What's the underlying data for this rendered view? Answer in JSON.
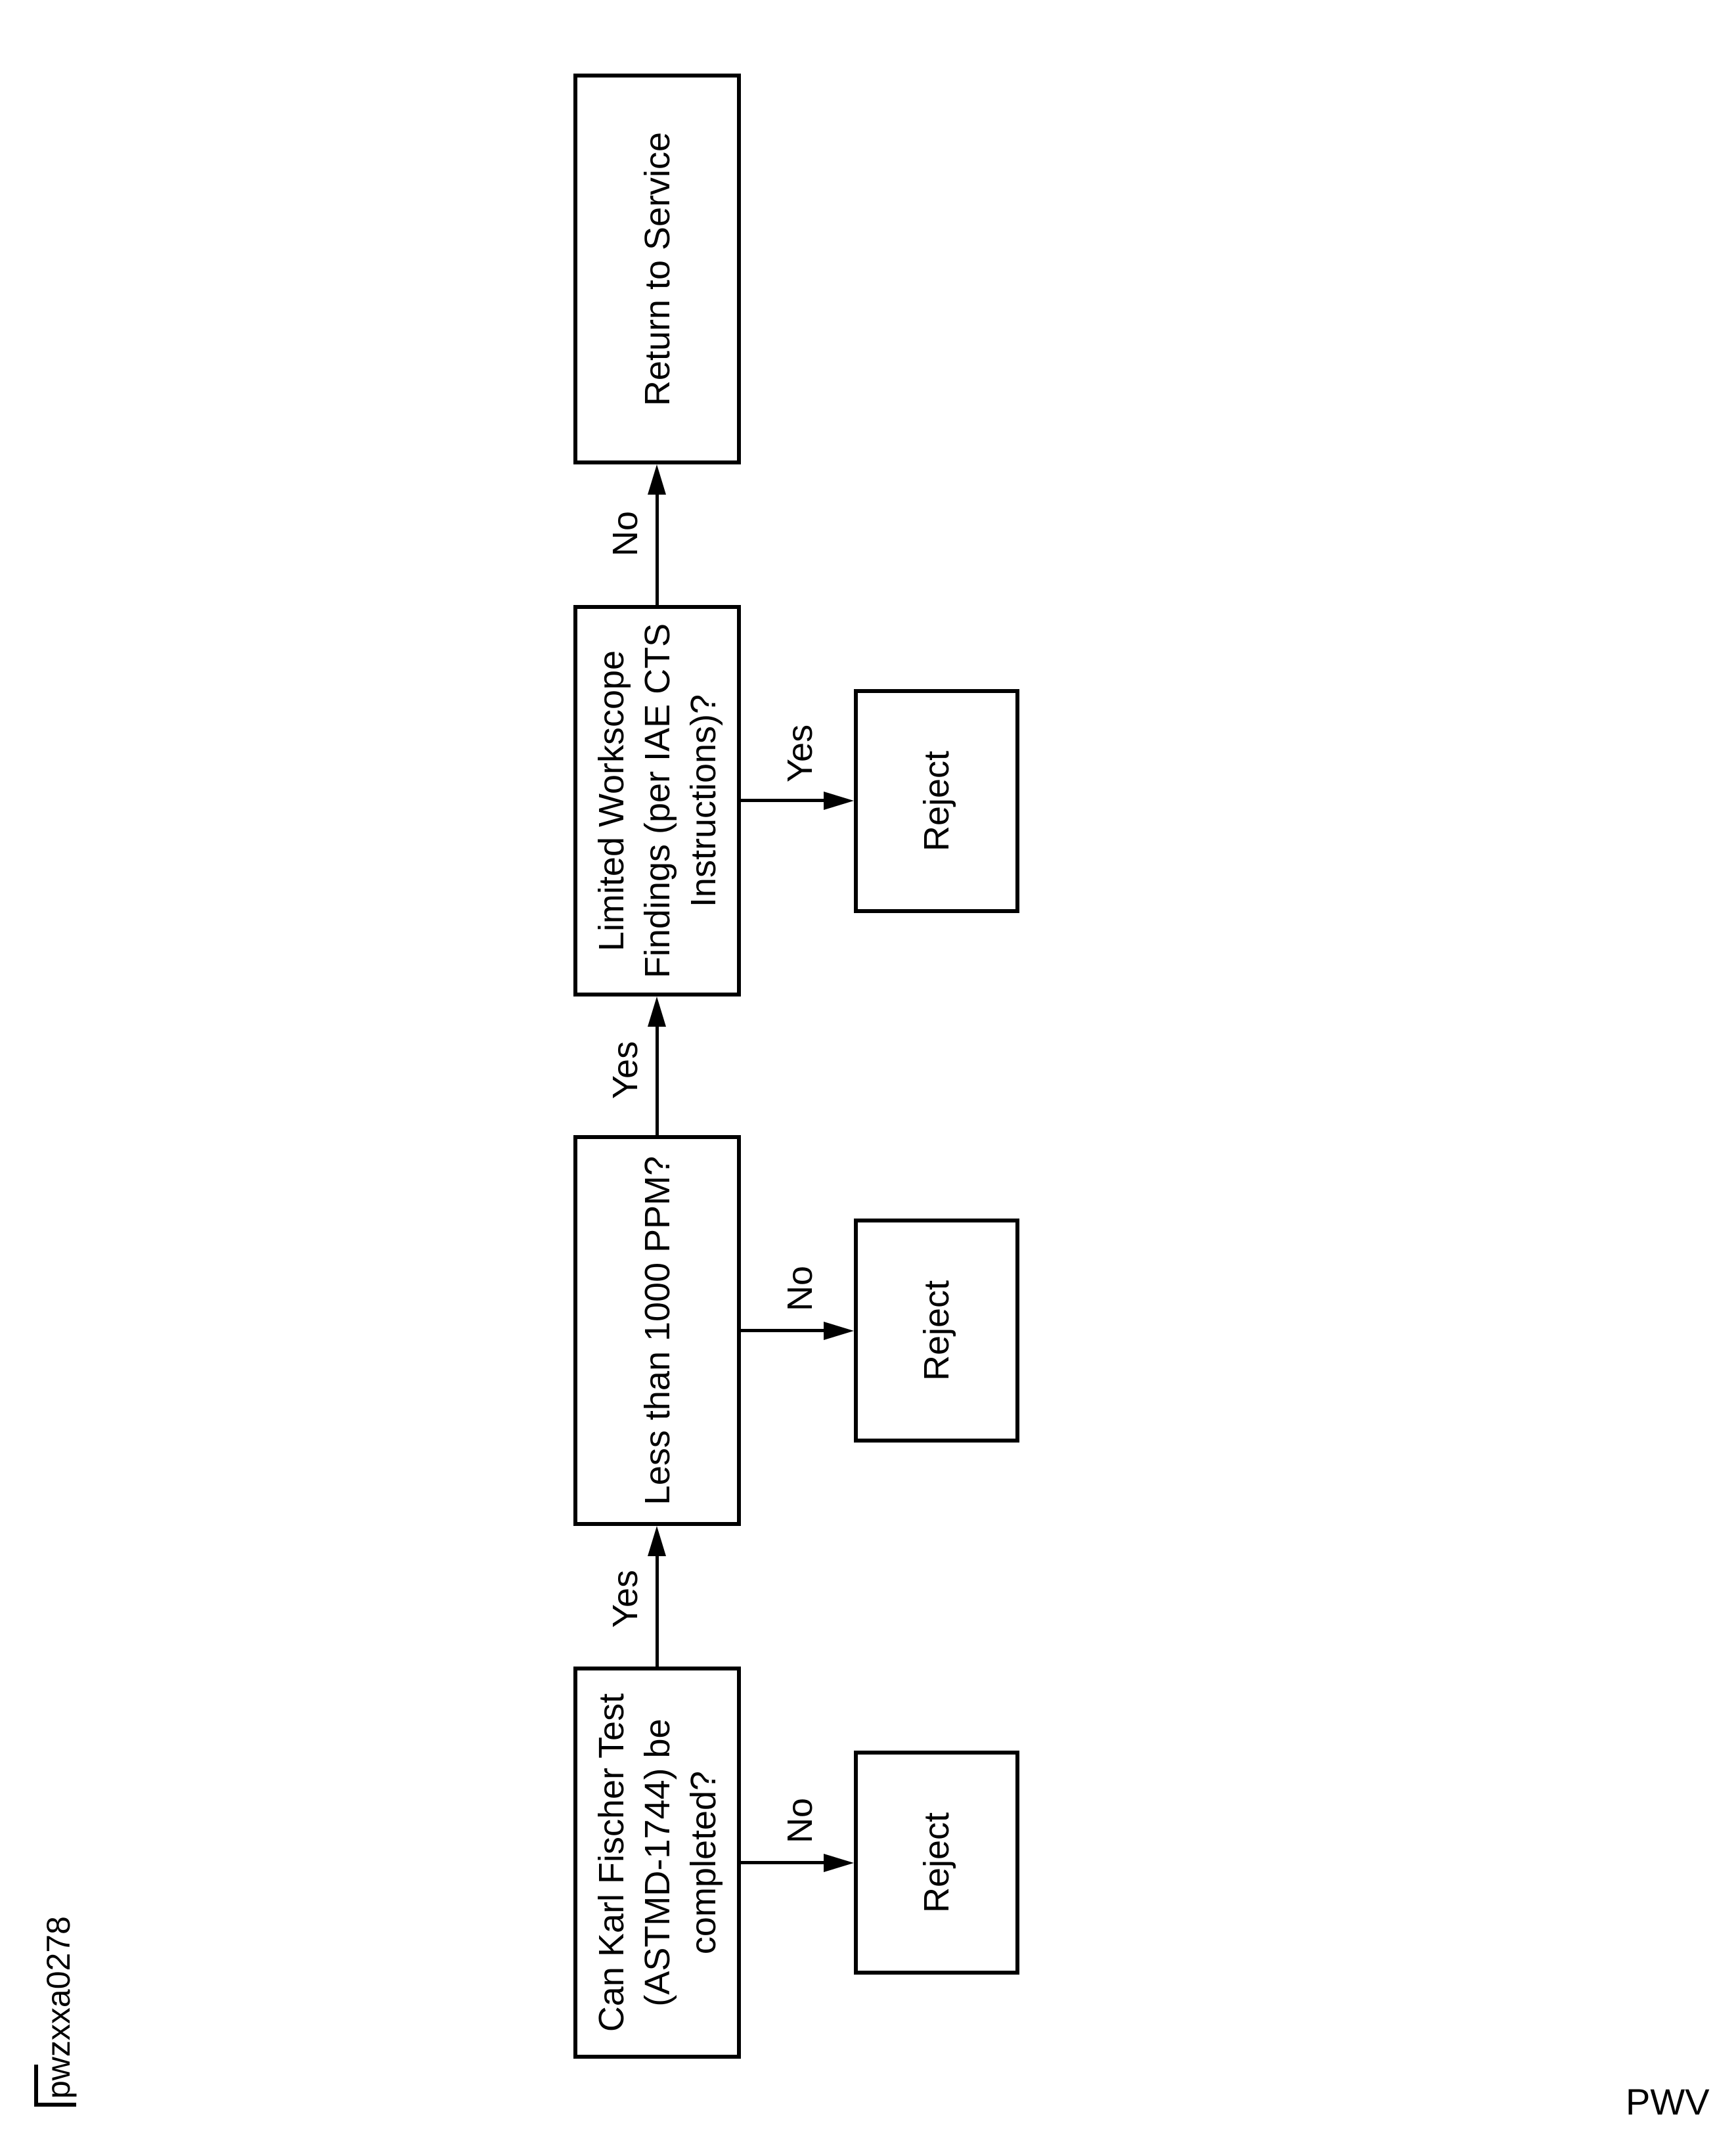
{
  "figure": {
    "id_label": "pwzxxa0278",
    "footer_label": "PWV"
  },
  "colors": {
    "line": "#000000",
    "background": "#ffffff"
  },
  "flowchart": {
    "orientation": "rotated-90-ccw",
    "nodes": [
      {
        "id": "karl_fischer",
        "type": "process",
        "label": "Can Karl Fischer Test (ASTMD-1744) be completed?"
      },
      {
        "id": "less_1000",
        "type": "process",
        "label": "Less than 1000 PPM?"
      },
      {
        "id": "limited_workscope",
        "type": "process",
        "label": "Limited Workscope Findings (per IAE CTS Instructions)?"
      },
      {
        "id": "return_service",
        "type": "terminal",
        "label": "Return to Service"
      },
      {
        "id": "reject_1",
        "type": "terminal",
        "label": "Reject"
      },
      {
        "id": "reject_2",
        "type": "terminal",
        "label": "Reject"
      },
      {
        "id": "reject_3",
        "type": "terminal",
        "label": "Reject"
      }
    ],
    "edges": [
      {
        "from": "karl_fischer",
        "to": "less_1000",
        "label": "Yes"
      },
      {
        "from": "less_1000",
        "to": "limited_workscope",
        "label": "Yes"
      },
      {
        "from": "limited_workscope",
        "to": "return_service",
        "label": "No"
      },
      {
        "from": "karl_fischer",
        "to": "reject_1",
        "label": "No"
      },
      {
        "from": "less_1000",
        "to": "reject_2",
        "label": "No"
      },
      {
        "from": "limited_workscope",
        "to": "reject_3",
        "label": "Yes"
      }
    ]
  }
}
